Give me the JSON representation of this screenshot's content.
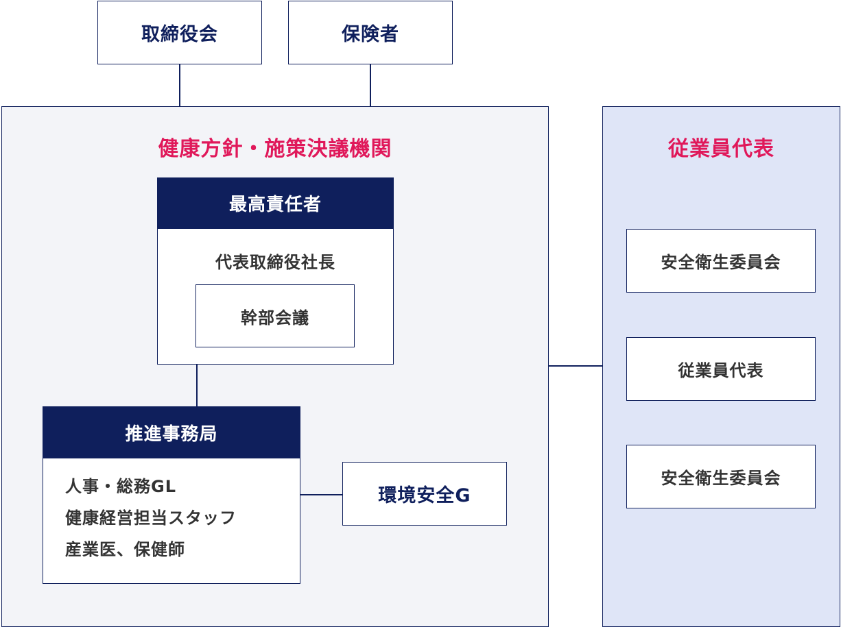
{
  "top": {
    "board": "取締役会",
    "insurer": "保険者"
  },
  "health_body": {
    "title": "健康方針・施策決議機関",
    "top_officer": {
      "heading": "最高責任者",
      "role": "代表取締役社長",
      "meeting": "幹部会議"
    },
    "secretariat": {
      "heading": "推進事務局",
      "members": [
        "人事・総務GL",
        "健康経営担当スタッフ",
        "産業医、保健師"
      ]
    },
    "env_group": "環境安全G"
  },
  "employee_rep": {
    "title": "従業員代表",
    "items": [
      "安全衛生委員会",
      "従業員代表",
      "安全衛生委員会"
    ]
  },
  "colors": {
    "navy": "#0f1f5c",
    "accent_red": "#e0185a",
    "panel_left": "#f3f4f8",
    "panel_right": "#dfe5f7"
  }
}
